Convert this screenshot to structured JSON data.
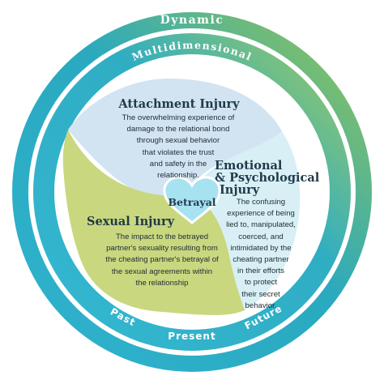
{
  "rings": {
    "outer_label": "Dynamic",
    "inner_label": "Multidimensional",
    "time_labels": {
      "past": "Past",
      "present": "Present",
      "future": "Future"
    }
  },
  "sections": {
    "attachment": {
      "title": "Attachment Injury",
      "body_lines": [
        "The overwhelming experience of",
        "damage to the relational bond",
        "through sexual behavior",
        "that violates the trust",
        "and safety in the",
        "relationship."
      ]
    },
    "emotional": {
      "title_lines": [
        "Emotional",
        "& Psychological",
        "Injury"
      ],
      "body_lines": [
        "The confusing",
        "experience of being",
        "lied to, manipulated,",
        "coerced, and",
        "intimidated by the",
        "cheating partner",
        "in their efforts",
        "to protect",
        "their secret",
        "behavior."
      ]
    },
    "sexual": {
      "title": "Sexual Injury",
      "body_lines": [
        "The impact to the betrayed",
        "partner's sexuality resulting from",
        "the cheating partner's betrayal of",
        "the sexual agreements within",
        "the relationship"
      ]
    }
  },
  "center": {
    "label": "Betrayal",
    "icon": "heart-icon"
  },
  "colors": {
    "ring_teal": "#27a9c1",
    "ring_green": "#9cc64e",
    "attachment_fill": "#d2e3f2",
    "emotional_fill": "#d8f0f5",
    "sexual_fill": "#c9d77f",
    "heart": "#a7e2f0"
  }
}
